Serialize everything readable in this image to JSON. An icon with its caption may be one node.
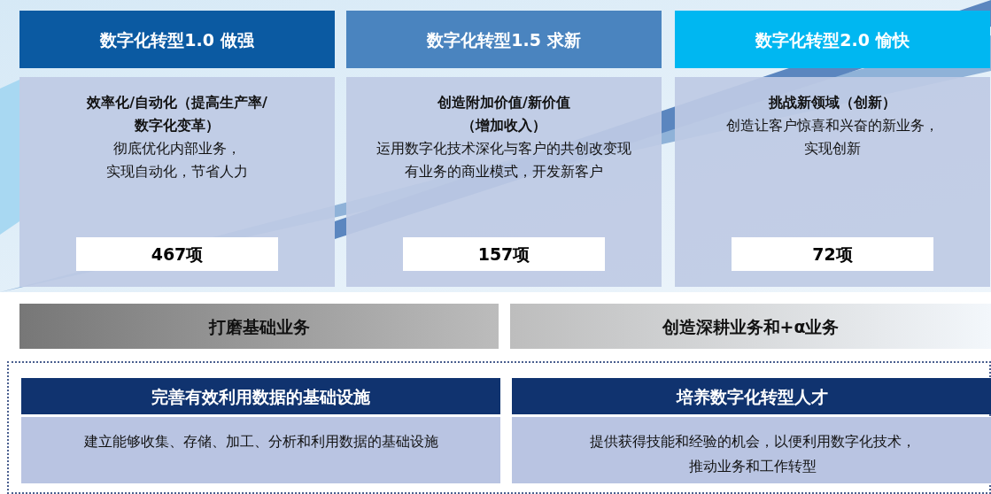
{
  "diagram": {
    "nodes": [
      {
        "text": [
          "数字化转型1.0 做强"
        ]
      },
      {
        "text": [
          "效率化/自动化（提高生产率/数字化变革）",
          "彻底优化内部业务，实现自动化，节省人力"
        ]
      },
      {
        "text": [
          "467项"
        ],
        "in": 1
      },
      {
        "text": [
          "数字化转型1.5 求新"
        ]
      },
      {
        "text": [
          "创造附加价值/新价值（增加收入）",
          "运用数字化技术深化与客户的共创改变现有业务的商业模式，开发新客户"
        ]
      },
      {
        "text": [
          "157项"
        ],
        "in": 4
      },
      {
        "text": [
          "数字化转型2.0 愉快"
        ]
      },
      {
        "text": [
          "挑战新领域（创新）",
          "创造让客户惊喜和兴奋的新业务，实现创新"
        ]
      },
      {
        "text": [
          "72项"
        ],
        "in": 7
      },
      {
        "text": [
          "打磨基础业务"
        ]
      },
      {
        "text": [
          "创造深耕业务和+α业务"
        ]
      },
      {
        "text": [],
        "shape": "box"
      },
      {
        "text": [
          "完善有效利用数据的基础设施"
        ],
        "in": 11
      },
      {
        "text": [
          "建立能够收集、存储、加工、分析和利用数据的基础设施"
        ],
        "in": 11
      },
      {
        "text": [
          "培养数字化转型人才"
        ],
        "in": 11
      },
      {
        "text": [
          "提供获得技能和经验的机会，以便利用数字化技术，推动业务和工作转型"
        ],
        "in": 11
      }
    ]
  }
}
